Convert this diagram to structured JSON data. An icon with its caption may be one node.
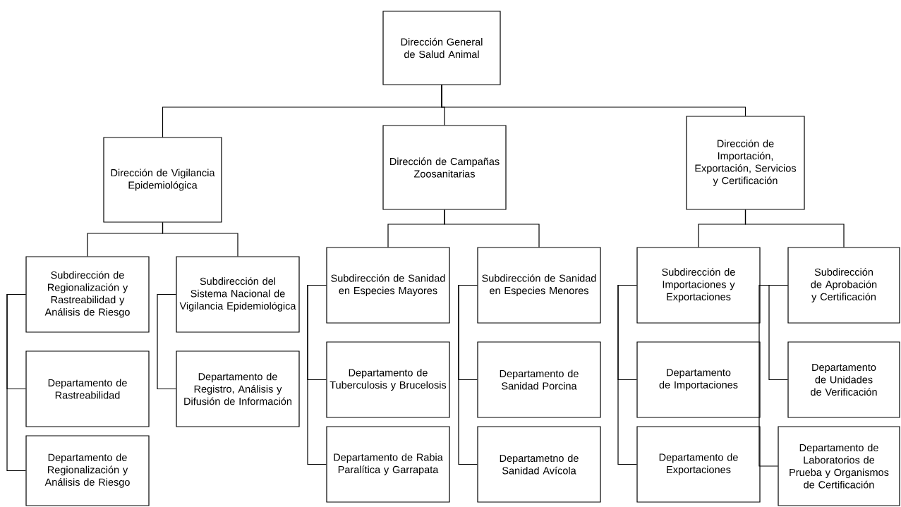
{
  "diagram": {
    "nodes": [
      {
        "text": [
          "Dirección General de Salud Animal"
        ]
      },
      {
        "text": [
          "Dirección de Vigilancia Epidemiológica"
        ]
      },
      {
        "text": [
          "Dirección de Campañas Zoosanitarias"
        ]
      },
      {
        "text": [
          "Dirección de Importación, Exportación, Servicios y Certificación"
        ]
      },
      {
        "text": [
          "Subdirección de Regionalización y Rastreabilidad y Análisis de Riesgo"
        ]
      },
      {
        "text": [
          "Departamento de Rastreabilidad"
        ]
      },
      {
        "text": [
          "Departamento de Regionalización y Análisis de Riesgo"
        ]
      },
      {
        "text": [
          "Subdirección del Sistema Nacional de Vigilancia Epidemiológica"
        ]
      },
      {
        "text": [
          "Departamento de Registro, Análisis y Difusión de Información"
        ]
      },
      {
        "text": [
          "Subdirección de Sanidad en Especies Mayores"
        ]
      },
      {
        "text": [
          "Departamento de Tuberculosis y Brucelosis"
        ]
      },
      {
        "text": [
          "Departamento de Rabia Paralítica y Garrapata"
        ]
      },
      {
        "text": [
          "Subdirección de Sanidad en Especies Menores"
        ]
      },
      {
        "text": [
          "Departamento de Sanidad Porcina"
        ]
      },
      {
        "text": [
          "Departametno de Sanidad Avícola"
        ]
      },
      {
        "text": [
          "Subdirección de Importaciones y Exportaciones"
        ]
      },
      {
        "text": [
          "Departamento de Importaciones"
        ]
      },
      {
        "text": [
          "Departamento de Exportaciones"
        ]
      },
      {
        "text": [
          "Subdirección de Aprobación y Certificación"
        ]
      },
      {
        "text": [
          "Departamento de Unidades de Verificación"
        ]
      },
      {
        "text": [
          "Departamento de Laboratorios de Prueba y Organismos de Certificación"
        ]
      }
    ],
    "edges": [
      {
        "from": 0,
        "to": 1,
        "arrow": "none"
      },
      {
        "from": 0,
        "to": 2,
        "arrow": "none"
      },
      {
        "from": 0,
        "to": 3,
        "arrow": "none"
      },
      {
        "from": 1,
        "to": 4,
        "arrow": "none"
      },
      {
        "from": 1,
        "to": 7,
        "arrow": "none"
      },
      {
        "from": 2,
        "to": 9,
        "arrow": "none"
      },
      {
        "from": 2,
        "to": 12,
        "arrow": "none"
      },
      {
        "from": 3,
        "to": 15,
        "arrow": "none"
      },
      {
        "from": 3,
        "to": 18,
        "arrow": "none"
      },
      {
        "from": 4,
        "to": 5,
        "arrow": "none"
      },
      {
        "from": 4,
        "to": 6,
        "arrow": "none"
      },
      {
        "from": 7,
        "to": 8,
        "arrow": "none"
      },
      {
        "from": 9,
        "to": 10,
        "arrow": "none"
      },
      {
        "from": 9,
        "to": 11,
        "arrow": "none"
      },
      {
        "from": 12,
        "to": 13,
        "arrow": "none"
      },
      {
        "from": 12,
        "to": 14,
        "arrow": "none"
      },
      {
        "from": 15,
        "to": 16,
        "arrow": "none"
      },
      {
        "from": 15,
        "to": 17,
        "arrow": "none"
      },
      {
        "from": 18,
        "to": 19,
        "arrow": "none"
      },
      {
        "from": 18,
        "to": 20,
        "arrow": "none"
      }
    ]
  }
}
